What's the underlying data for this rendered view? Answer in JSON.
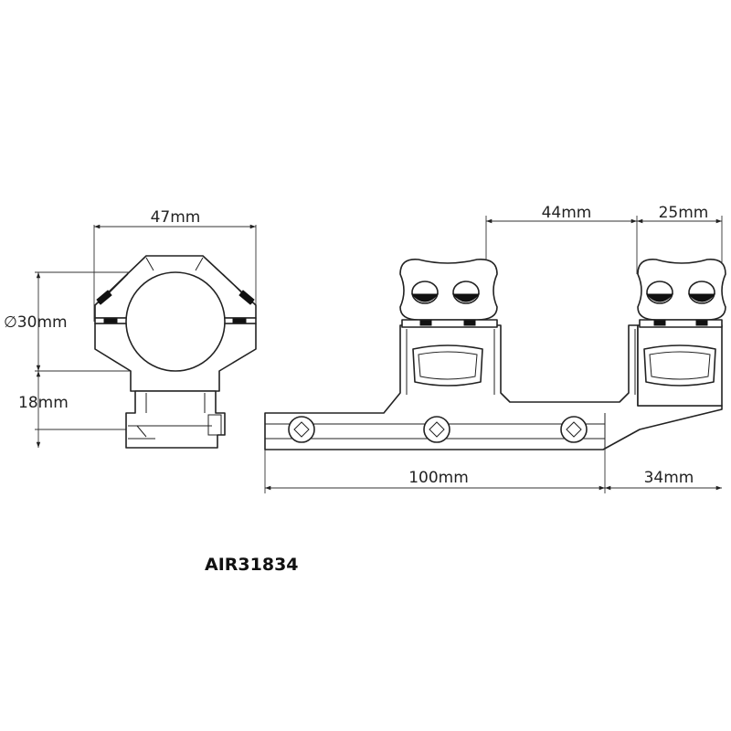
{
  "part_number": "AIR31834",
  "dimensions": {
    "front_width": "47mm",
    "tube_diameter": "∅30mm",
    "center_height": "18mm",
    "ring_spacing": "44mm",
    "ring_width": "25mm",
    "base_length": "100mm",
    "offset": "34mm"
  },
  "colors": {
    "line": "#222222",
    "background": "#ffffff"
  }
}
